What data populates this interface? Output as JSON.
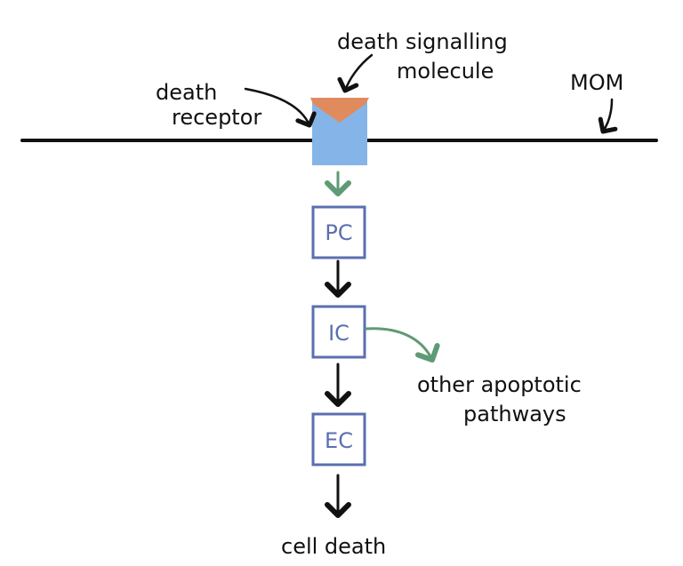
{
  "labels": {
    "death_signalling": "death signalling",
    "molecule": "molecule",
    "death": "death",
    "receptor": "receptor",
    "mom": "MOM",
    "other_apoptotic": "other apoptotic",
    "pathways": "pathways",
    "cell_death": "cell death"
  },
  "boxes": {
    "pc": "PC",
    "ic": "IC",
    "ec": "EC"
  },
  "colors": {
    "receptor_fill": "#85b5e8",
    "signal_molecule_fill": "#e08b5e",
    "box_stroke": "#5b6fb0",
    "box_text": "#5b6fb0",
    "green_arrow": "#5f9a76",
    "ink": "#111111"
  }
}
